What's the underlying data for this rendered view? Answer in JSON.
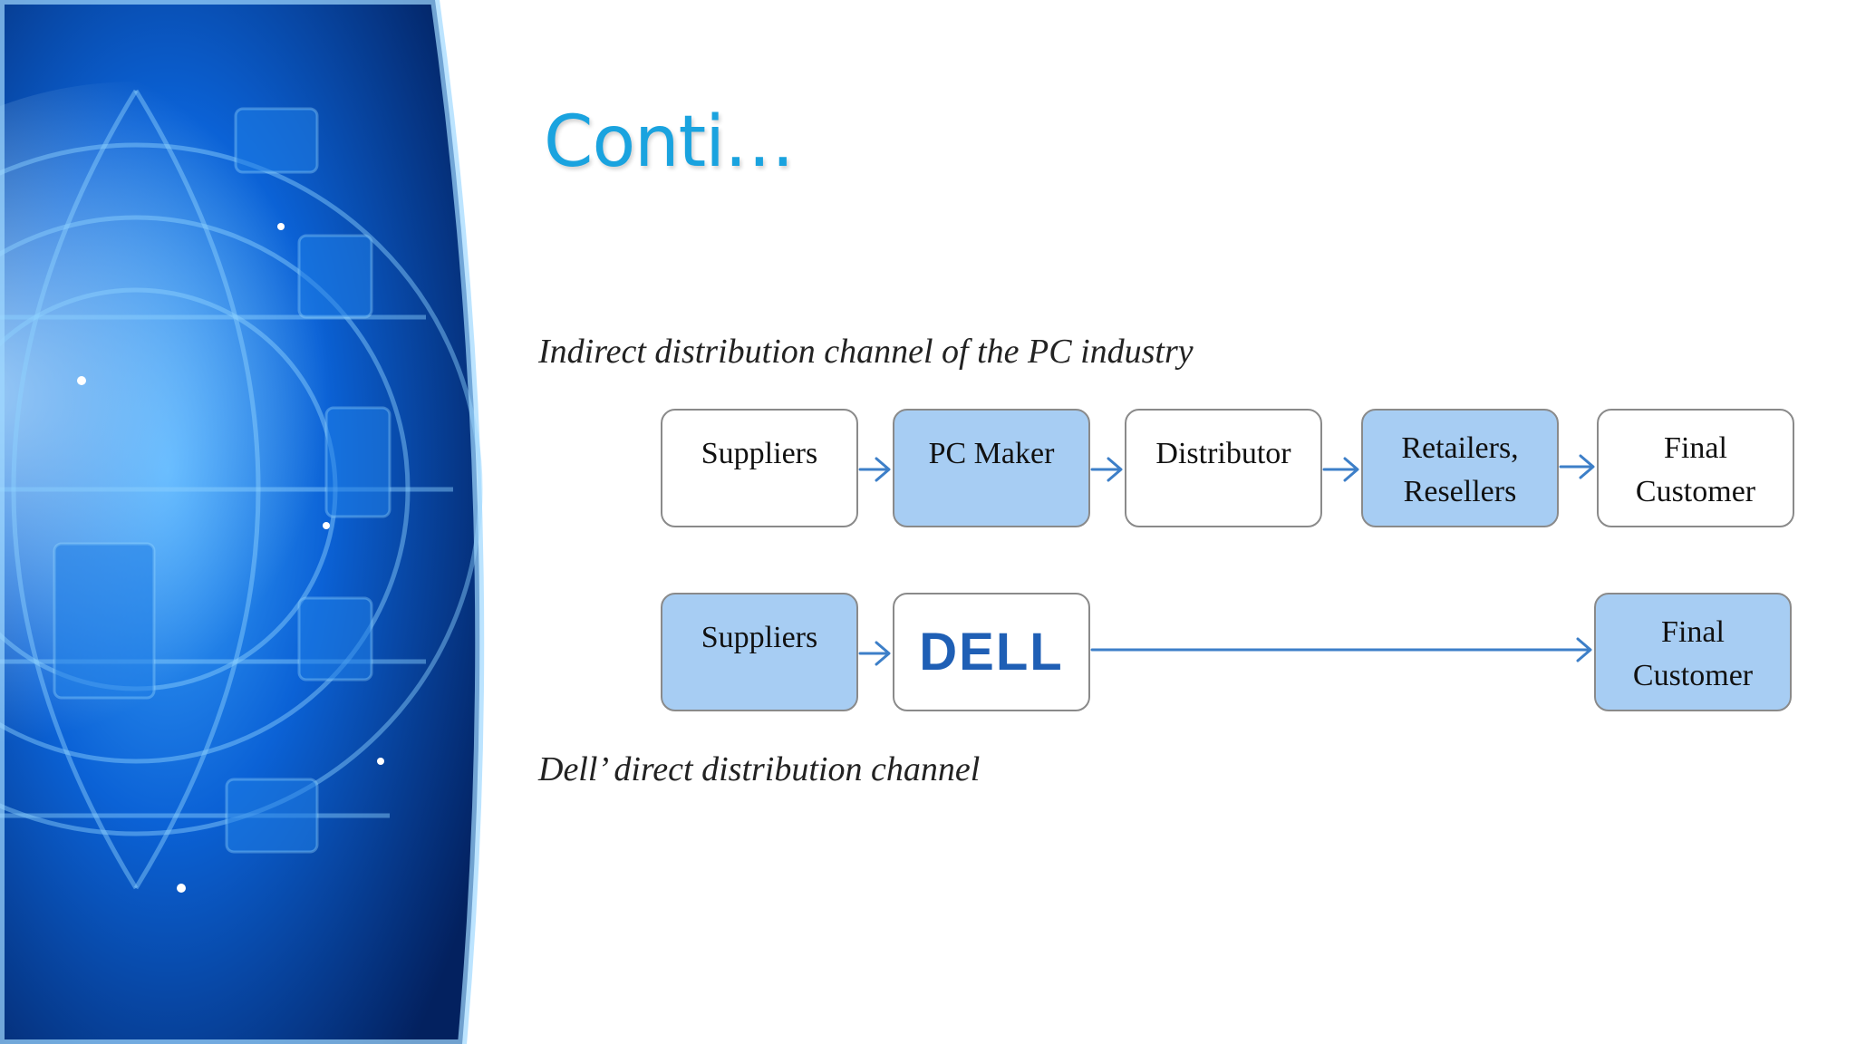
{
  "slide": {
    "title": "Conti…"
  },
  "indirect": {
    "caption": "Indirect distribution channel of the PC industry",
    "nodes": [
      "Suppliers",
      "PC Maker",
      "Distributor",
      "Retailers, Resellers",
      "Final Customer"
    ]
  },
  "direct": {
    "caption": "Dell’ direct distribution channel",
    "suppliers": "Suppliers",
    "logo": "DELL",
    "customer": "Final Customer"
  },
  "colors": {
    "title": "#1aa3df",
    "box_fill": "#a7cdf3",
    "arrow": "#3d7fc8",
    "dell_blue": "#1f5fb5"
  }
}
